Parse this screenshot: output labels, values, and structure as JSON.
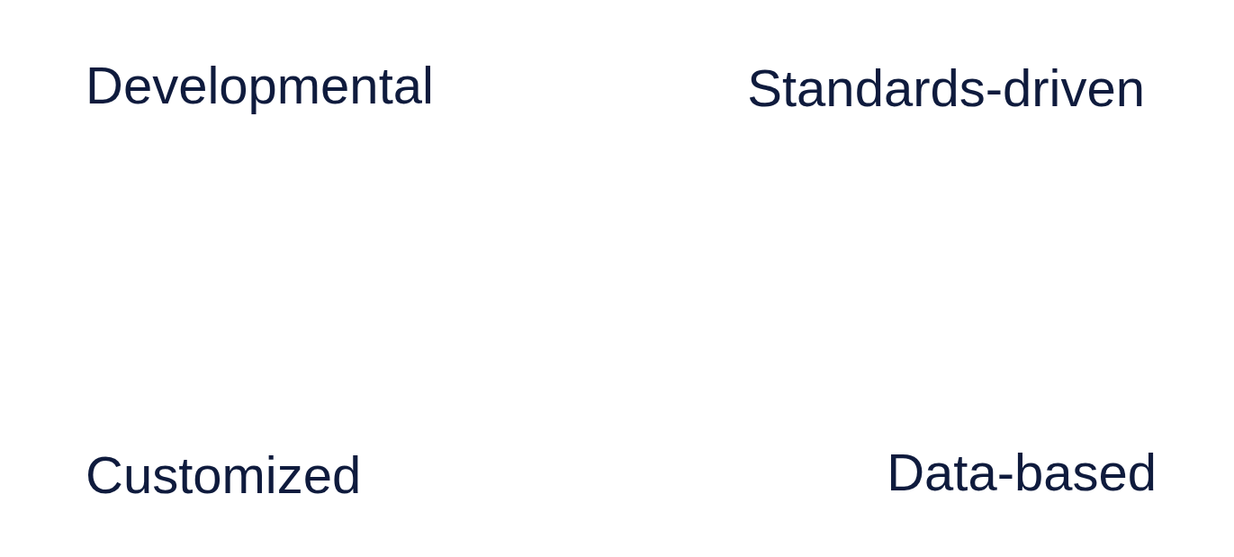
{
  "diagram": {
    "nodes": [
      {
        "text": [
          "Developmental"
        ]
      },
      {
        "text": [
          "Standards-driven"
        ]
      },
      {
        "text": [
          "Customized"
        ]
      },
      {
        "text": [
          "Data-based"
        ]
      }
    ]
  }
}
